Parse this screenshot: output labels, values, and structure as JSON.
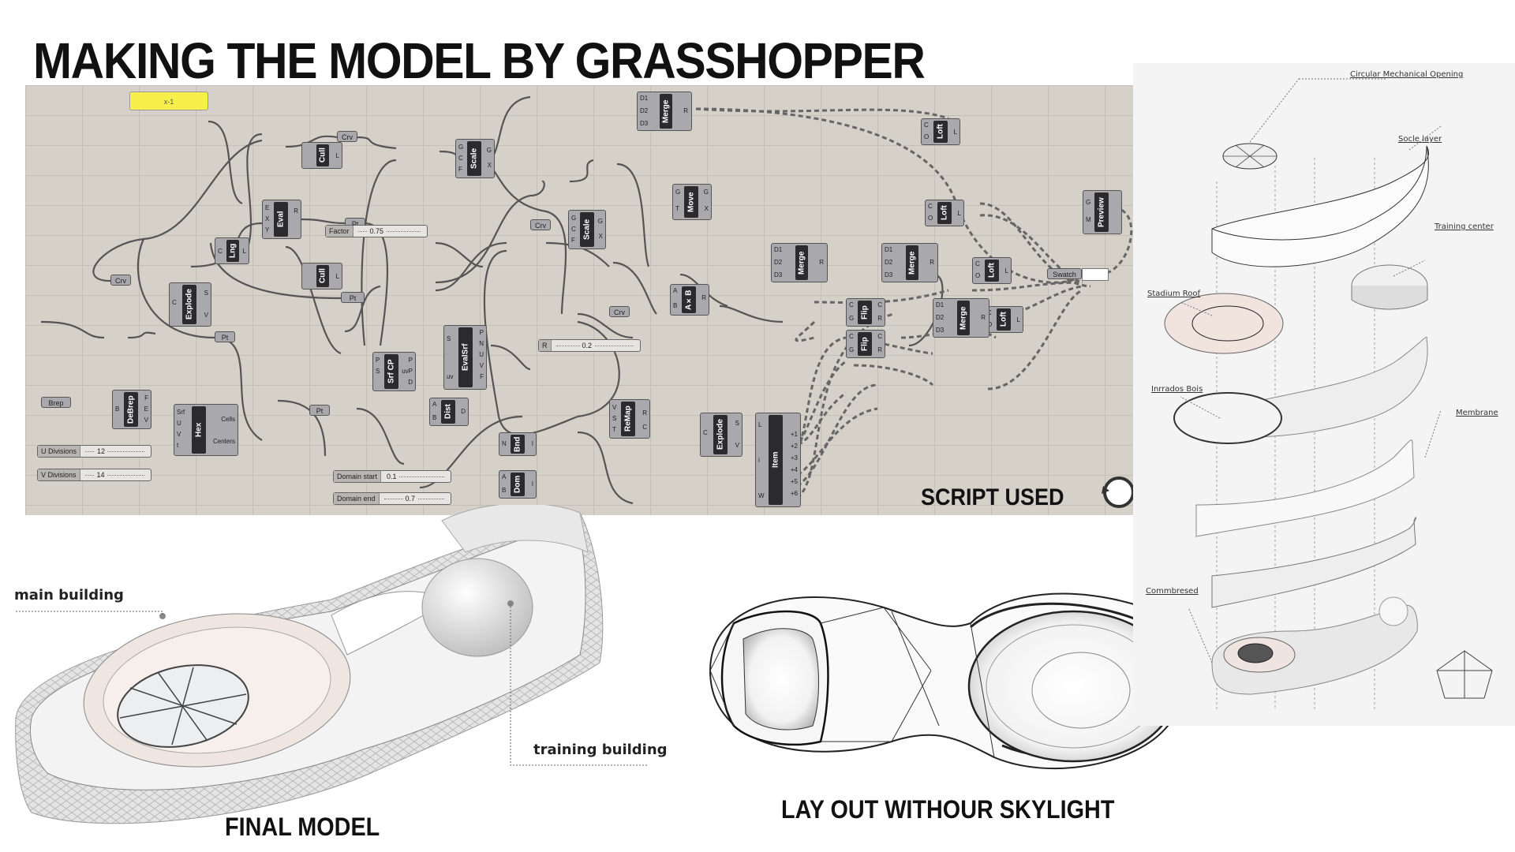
{
  "title": "MAKING THE MODEL BY GRASSHOPPER",
  "script_caption": "SCRIPT USED",
  "final_caption": "FINAL MODEL",
  "layout_caption": "LAY OUT WITHOUR SKYLIGHT",
  "model_labels": {
    "main": "main building",
    "training": "training building"
  },
  "exploded_labels": {
    "opening": "Circular Mechanical Opening",
    "socle": "Socle layer",
    "training": "Training center",
    "roof": "Stadium Roof",
    "inrrados": "Inrrados Bois",
    "membrane": "Membrane",
    "combresed": "Commbresed"
  },
  "gh": {
    "panel": "x-1",
    "crv": "Crv",
    "pt": "Pt",
    "brep": "Brep",
    "swatch": "Swatch",
    "sliders": {
      "factor": {
        "label": "Factor",
        "value": "0.75"
      },
      "r": {
        "label": "R",
        "value": "0.2"
      },
      "udiv": {
        "label": "U Divisions",
        "value": "12"
      },
      "vdiv": {
        "label": "V Divisions",
        "value": "14"
      },
      "dstart": {
        "label": "Domain start",
        "value": "0.1"
      },
      "dend": {
        "label": "Domain end",
        "value": "0.7"
      }
    },
    "nodes": {
      "merge": "Merge",
      "cull": "Cull",
      "scale": "Scale",
      "eval": "Eval",
      "lng": "Lng",
      "explode": "Explode",
      "loft": "Loft",
      "move": "Move",
      "preview": "Preview",
      "axb": "A×B",
      "flip": "Flip",
      "srfcp": "Srf CP",
      "evalsrf": "EvalSrf",
      "debrep": "DeBrep",
      "hex": "Hex",
      "dist": "Dist",
      "remap": "ReMap",
      "bnd": "Bnd",
      "dom": "Dom",
      "item": "Item"
    },
    "hex_outputs": [
      "Cells",
      "Centers"
    ],
    "item_outputs": [
      "+1",
      "+2",
      "+3",
      "+4",
      "+5",
      "+6"
    ],
    "merge_inputs": [
      "D1",
      "D2",
      "D3"
    ]
  }
}
